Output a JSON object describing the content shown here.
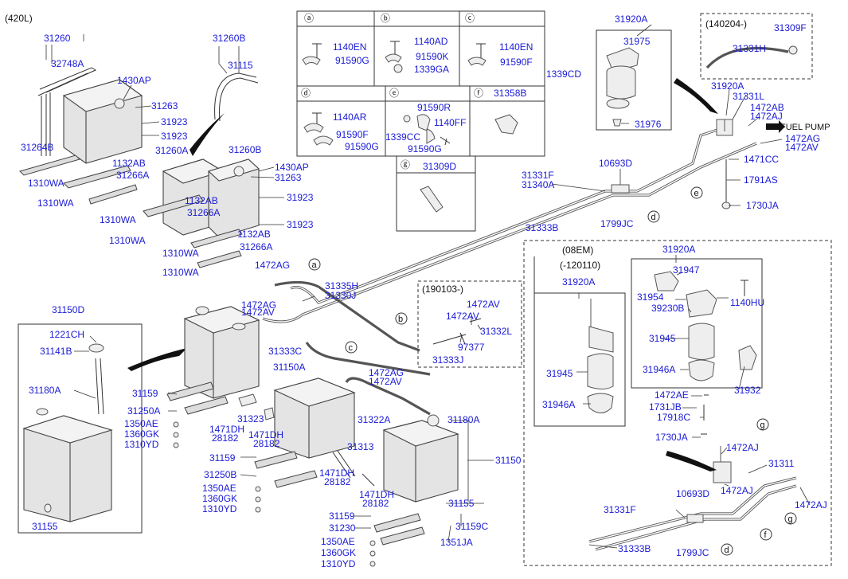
{
  "diagram": {
    "variant": "(420L)",
    "arrow_text": "FUEL PUMP",
    "groups": {
      "g140204": "(140204-)",
      "g190103": "(190103-)",
      "g08em": "(08EM)",
      "g120110": "(-120110)"
    },
    "detail_boxes": {
      "a": {
        "letter": "a",
        "parts": [
          "1140EN",
          "91590G"
        ]
      },
      "b": {
        "letter": "b",
        "parts": [
          "1140AD",
          "91590K",
          "1339GA"
        ]
      },
      "c": {
        "letter": "c",
        "parts": [
          "1140EN",
          "91590F"
        ]
      },
      "d": {
        "letter": "d",
        "parts": [
          "1140AR",
          "91590F",
          "91590G"
        ]
      },
      "e": {
        "letter": "e",
        "parts": [
          "91590R",
          "1339CC",
          "1140FF",
          "91590G"
        ]
      },
      "f": {
        "letter": "f",
        "parts": [
          "31358B"
        ]
      },
      "g": {
        "letter": "g",
        "parts": [
          "31309D"
        ]
      }
    },
    "callout_letters": [
      "a",
      "b",
      "c",
      "d",
      "e",
      "f",
      "g"
    ],
    "labels": [
      {
        "id": "l1",
        "text": "31260"
      },
      {
        "id": "l2",
        "text": "32748A"
      },
      {
        "id": "l3",
        "text": "1430AP"
      },
      {
        "id": "l4",
        "text": "31263"
      },
      {
        "id": "l5",
        "text": "31923"
      },
      {
        "id": "l6",
        "text": "31923"
      },
      {
        "id": "l7",
        "text": "31264B"
      },
      {
        "id": "l8",
        "text": "1132AB"
      },
      {
        "id": "l9",
        "text": "31266A"
      },
      {
        "id": "l10",
        "text": "1310WA"
      },
      {
        "id": "l11",
        "text": "1310WA"
      },
      {
        "id": "l12",
        "text": "31260B"
      },
      {
        "id": "l13",
        "text": "31115"
      },
      {
        "id": "l14",
        "text": "31260A"
      },
      {
        "id": "l15",
        "text": "31260B"
      },
      {
        "id": "l16",
        "text": "1430AP"
      },
      {
        "id": "l17",
        "text": "31263"
      },
      {
        "id": "l18",
        "text": "31923"
      },
      {
        "id": "l19",
        "text": "31923"
      },
      {
        "id": "l20",
        "text": "1132AB"
      },
      {
        "id": "l21",
        "text": "31266A"
      },
      {
        "id": "l22",
        "text": "1310WA"
      },
      {
        "id": "l23",
        "text": "1310WA"
      },
      {
        "id": "l24",
        "text": "1132AB"
      },
      {
        "id": "l25",
        "text": "31266A"
      },
      {
        "id": "l26",
        "text": "1310WA"
      },
      {
        "id": "l27",
        "text": "1310WA"
      },
      {
        "id": "l28",
        "text": "1339CD"
      },
      {
        "id": "l29",
        "text": "31920A"
      },
      {
        "id": "l30",
        "text": "31975"
      },
      {
        "id": "l31",
        "text": "31976"
      },
      {
        "id": "l32",
        "text": "31309F"
      },
      {
        "id": "l33",
        "text": "31331H"
      },
      {
        "id": "l34",
        "text": "31920A"
      },
      {
        "id": "l35",
        "text": "31331L"
      },
      {
        "id": "l36",
        "text": "1472AB"
      },
      {
        "id": "l37",
        "text": "1472AJ"
      },
      {
        "id": "l38",
        "text": "1472AG"
      },
      {
        "id": "l39",
        "text": "1472AV"
      },
      {
        "id": "l40",
        "text": "1471CC"
      },
      {
        "id": "l41",
        "text": "1791AS"
      },
      {
        "id": "l42",
        "text": "1730JA"
      },
      {
        "id": "l43",
        "text": "31331F"
      },
      {
        "id": "l44",
        "text": "31340A"
      },
      {
        "id": "l45",
        "text": "10693D"
      },
      {
        "id": "l46",
        "text": "31333B"
      },
      {
        "id": "l47",
        "text": "1799JC"
      },
      {
        "id": "l48",
        "text": "1472AG"
      },
      {
        "id": "l49",
        "text": "31335H"
      },
      {
        "id": "l50",
        "text": "31330J"
      },
      {
        "id": "l51",
        "text": "1472AV"
      },
      {
        "id": "l52",
        "text": "1472AV"
      },
      {
        "id": "l53",
        "text": "31332L"
      },
      {
        "id": "l54",
        "text": "97377"
      },
      {
        "id": "l55",
        "text": "31333J"
      },
      {
        "id": "l56",
        "text": "31150D"
      },
      {
        "id": "l57",
        "text": "1221CH"
      },
      {
        "id": "l58",
        "text": "31141B"
      },
      {
        "id": "l59",
        "text": "31180A"
      },
      {
        "id": "l60",
        "text": "31155"
      },
      {
        "id": "l61",
        "text": "1472AG"
      },
      {
        "id": "l62",
        "text": "1472AV"
      },
      {
        "id": "l63",
        "text": "31333C"
      },
      {
        "id": "l64",
        "text": "31150A"
      },
      {
        "id": "l65",
        "text": "1472AG"
      },
      {
        "id": "l66",
        "text": "1472AV"
      },
      {
        "id": "l67",
        "text": "31159"
      },
      {
        "id": "l68",
        "text": "31250A"
      },
      {
        "id": "l69",
        "text": "1350AE"
      },
      {
        "id": "l70",
        "text": "1360GK"
      },
      {
        "id": "l71",
        "text": "1310YD"
      },
      {
        "id": "l72",
        "text": "31323"
      },
      {
        "id": "l73",
        "text": "1471DH"
      },
      {
        "id": "l74",
        "text": "28182"
      },
      {
        "id": "l75",
        "text": "1471DH"
      },
      {
        "id": "l76",
        "text": "28182"
      },
      {
        "id": "l77",
        "text": "31322A"
      },
      {
        "id": "l78",
        "text": "31180A"
      },
      {
        "id": "l79",
        "text": "31313"
      },
      {
        "id": "l80",
        "text": "31150"
      },
      {
        "id": "l81",
        "text": "31159"
      },
      {
        "id": "l82",
        "text": "31250B"
      },
      {
        "id": "l83",
        "text": "1350AE"
      },
      {
        "id": "l84",
        "text": "1360GK"
      },
      {
        "id": "l85",
        "text": "1310YD"
      },
      {
        "id": "l86",
        "text": "1471DH"
      },
      {
        "id": "l87",
        "text": "28182"
      },
      {
        "id": "l88",
        "text": "1471DH"
      },
      {
        "id": "l89",
        "text": "28182"
      },
      {
        "id": "l90",
        "text": "31155"
      },
      {
        "id": "l91",
        "text": "31159"
      },
      {
        "id": "l92",
        "text": "31230"
      },
      {
        "id": "l93",
        "text": "1350AE"
      },
      {
        "id": "l94",
        "text": "1360GK"
      },
      {
        "id": "l95",
        "text": "1310YD"
      },
      {
        "id": "l96",
        "text": "31159C"
      },
      {
        "id": "l97",
        "text": "1351JA"
      },
      {
        "id": "l98",
        "text": "31920A"
      },
      {
        "id": "l99",
        "text": "31945"
      },
      {
        "id": "l100",
        "text": "31946A"
      },
      {
        "id": "l101",
        "text": "31920A"
      },
      {
        "id": "l102",
        "text": "31947"
      },
      {
        "id": "l103",
        "text": "31954"
      },
      {
        "id": "l104",
        "text": "39230B"
      },
      {
        "id": "l105",
        "text": "1140HU"
      },
      {
        "id": "l106",
        "text": "31945"
      },
      {
        "id": "l107",
        "text": "31946A"
      },
      {
        "id": "l108",
        "text": "31932"
      },
      {
        "id": "l109",
        "text": "1472AE"
      },
      {
        "id": "l110",
        "text": "1731JB"
      },
      {
        "id": "l111",
        "text": "17918C"
      },
      {
        "id": "l112",
        "text": "1730JA"
      },
      {
        "id": "l113",
        "text": "1472AJ"
      },
      {
        "id": "l114",
        "text": "31311"
      },
      {
        "id": "l115",
        "text": "1472AJ"
      },
      {
        "id": "l116",
        "text": "31331F"
      },
      {
        "id": "l117",
        "text": "10693D"
      },
      {
        "id": "l118",
        "text": "31333B"
      },
      {
        "id": "l119",
        "text": "1799JC"
      },
      {
        "id": "l120",
        "text": "1472AJ"
      }
    ]
  }
}
